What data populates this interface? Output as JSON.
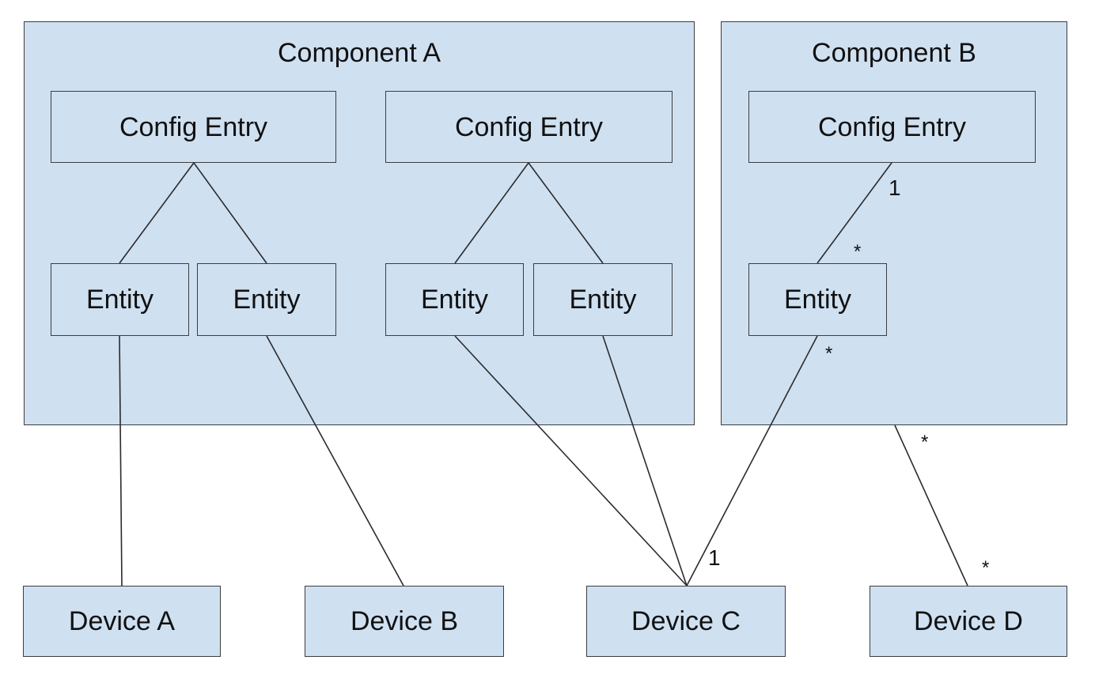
{
  "diagram": {
    "component_a": {
      "title": "Component A",
      "config_entry_1": {
        "label": "Config Entry",
        "entity_1": "Entity",
        "entity_2": "Entity"
      },
      "config_entry_2": {
        "label": "Config Entry",
        "entity_1": "Entity",
        "entity_2": "Entity"
      }
    },
    "component_b": {
      "title": "Component B",
      "config_entry": {
        "label": "Config Entry",
        "entity": "Entity"
      }
    },
    "devices": {
      "device_a": "Device A",
      "device_b": "Device B",
      "device_c": "Device C",
      "device_d": "Device D"
    },
    "multiplicities": {
      "config_to_entity_config_end": "1",
      "config_to_entity_entity_end": "*",
      "entity_to_device_entity_end": "*",
      "entity_to_device_device_end": "1",
      "component_to_device_component_end": "*",
      "component_to_device_device_end": "*"
    }
  }
}
